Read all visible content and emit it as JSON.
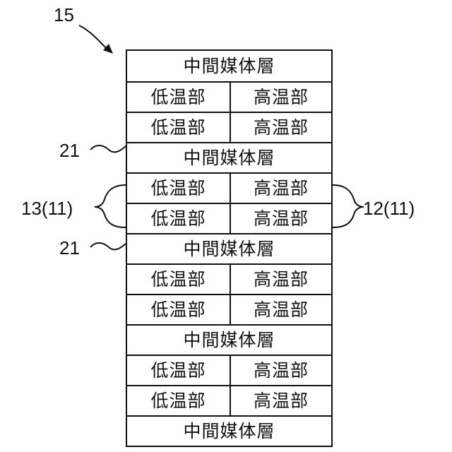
{
  "reference_numbers": {
    "assembly": "15",
    "intermediate_layer_a": "21",
    "intermediate_layer_b": "21",
    "low_temp_group": "13(11)",
    "high_temp_group": "12(11)"
  },
  "rows": [
    {
      "type": "full",
      "text": "中間媒体層"
    },
    {
      "type": "split",
      "left": "低温部",
      "right": "高温部"
    },
    {
      "type": "split",
      "left": "低温部",
      "right": "高温部"
    },
    {
      "type": "full",
      "text": "中間媒体層"
    },
    {
      "type": "split",
      "left": "低温部",
      "right": "高温部"
    },
    {
      "type": "split",
      "left": "低温部",
      "right": "高温部"
    },
    {
      "type": "full",
      "text": "中間媒体層"
    },
    {
      "type": "split",
      "left": "低温部",
      "right": "高温部"
    },
    {
      "type": "split",
      "left": "低温部",
      "right": "高温部"
    },
    {
      "type": "full",
      "text": "中間媒体層"
    },
    {
      "type": "split",
      "left": "低温部",
      "right": "高温部"
    },
    {
      "type": "split",
      "left": "低温部",
      "right": "高温部"
    },
    {
      "type": "full",
      "text": "中間媒体層"
    }
  ]
}
